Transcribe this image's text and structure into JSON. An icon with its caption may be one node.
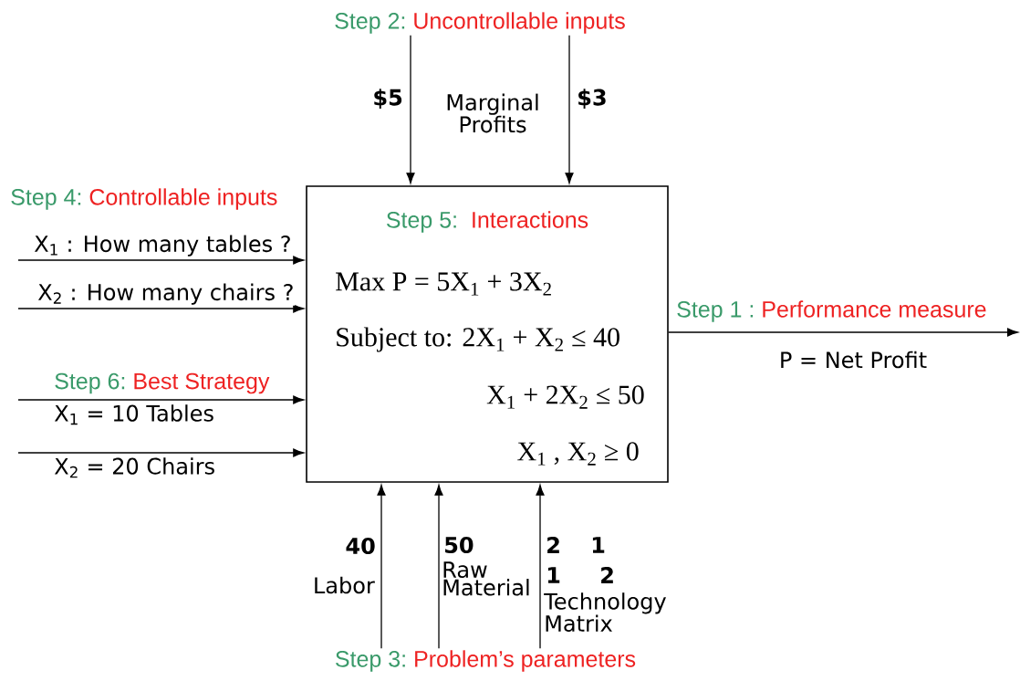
{
  "diagram": {
    "nodes": [
      {
        "text": [
          "Step 2:",
          "Uncontrollable inputs"
        ]
      },
      {
        "text": [
          "Step 5:",
          "Interactions",
          "Max  P =    5X$_{1}$ + 3X$_{2}$",
          "Subject to:  2X$_{1}$ +  X$_{2}$ ≤ 40",
          "X$_{1}$ + 2X$_{2}$ ≤ 50",
          "X$_{1}$  ,   X$_{2}$  ≥ 0"
        ]
      },
      {
        "text": [
          "Step 3:",
          "Problem’s parameters"
        ]
      }
    ],
    "edges": [
      {
        "from": 0,
        "to": 1,
        "arrow": "to",
        "label": "$5"
      },
      {
        "from": 0,
        "to": 1,
        "arrow": "to",
        "label": "$3"
      },
      {
        "from": null,
        "to": 1,
        "arrow": "to",
        "label": "X$_{1}$ : How many tables ?"
      },
      {
        "from": null,
        "to": 1,
        "arrow": "to",
        "label": "X$_{2}$ : How many chairs ?"
      },
      {
        "from": null,
        "to": 1,
        "arrow": "to",
        "label": "X$_{1}$ = 10 Tables"
      },
      {
        "from": null,
        "to": 1,
        "arrow": "to",
        "label": "X$_{2}$  = 20 Chairs"
      },
      {
        "from": 2,
        "to": 1,
        "arrow": "to",
        "label": "40"
      },
      {
        "from": 2,
        "to": 1,
        "arrow": "to",
        "label": "50"
      },
      {
        "from": 2,
        "to": 1,
        "arrow": "to"
      },
      {
        "from": 1,
        "to": null,
        "arrow": "to",
        "label": "P = Net Profit"
      }
    ],
    "labels": [
      "Marginal Profits",
      "Step 4:",
      "Controllable inputs",
      "Step 1 :",
      "Performance measure",
      "Step 6:",
      "Best Strategy",
      "Labor",
      "Raw Material",
      "2",
      "1",
      "1",
      "2",
      "Technology Matrix"
    ]
  }
}
